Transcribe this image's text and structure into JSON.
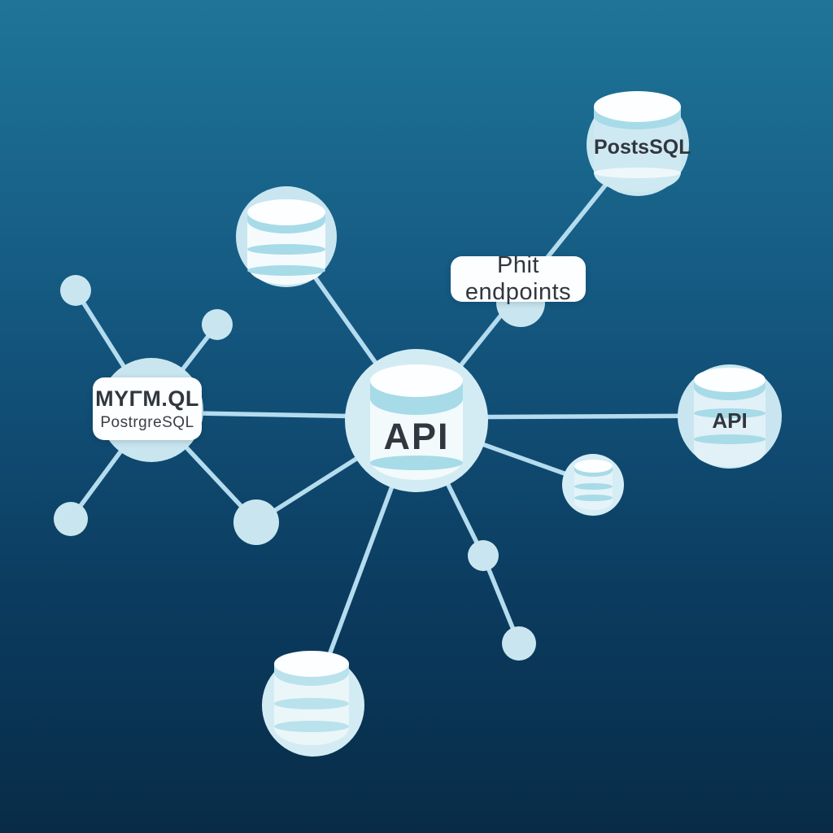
{
  "colors": {
    "bg_top": "#1f7599",
    "bg_mid1": "#14577f",
    "bg_mid2": "#0b3b5f",
    "bg_bottom": "#082c47",
    "edge": "#b4dcee",
    "circle_fill": "#c9e6f0",
    "circle_fill_light": "#d3ecf4",
    "cyl_white": "#fdfeff",
    "band": "#a7dbe8",
    "cyl_body": "#f3fafc",
    "text_dark": "#31373e",
    "label_bg": "#fdfeff"
  },
  "nodes": {
    "db_top": {
      "icon": "database-icon"
    },
    "postgres": {
      "icon": "database-icon",
      "label": "PostsSQL"
    },
    "mysql": {
      "title": "MYΓM.QL",
      "subtitle": "PostrgreSQL"
    },
    "api_center": {
      "icon": "database-icon",
      "label": "API"
    },
    "api_right": {
      "icon": "database-icon",
      "label": "API"
    },
    "db_bottom": {
      "icon": "database-icon"
    },
    "db_small": {
      "icon": "database-icon"
    },
    "endpoints": {
      "label": "Phit endpoints"
    }
  }
}
